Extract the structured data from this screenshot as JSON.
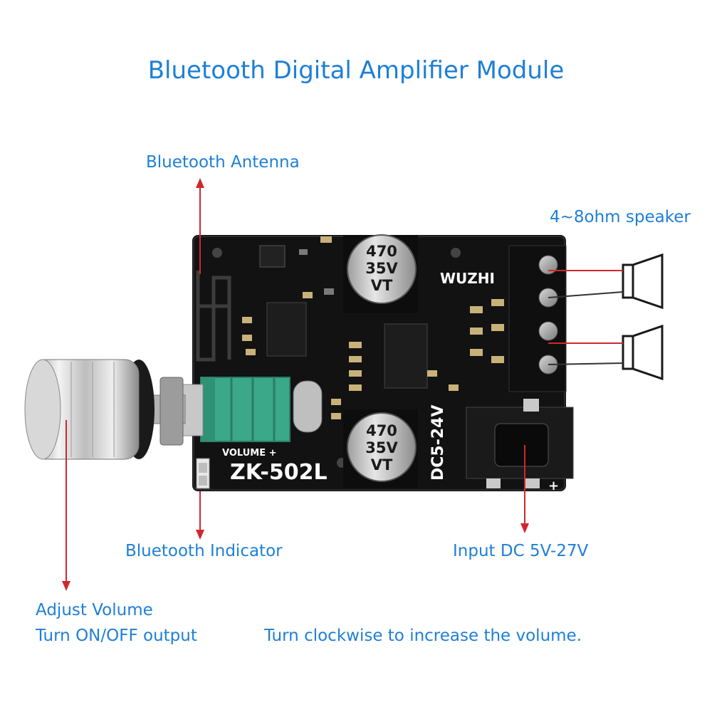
{
  "title": "Bluetooth Digital Amplifier Module",
  "annotations": {
    "antenna": "Bluetooth Antenna",
    "speaker": "4~8ohm speaker",
    "indicator": "Bluetooth Indicator",
    "input_dc": "Input DC 5V-27V",
    "adjust_volume": "Adjust Volume",
    "turn_on_off": "Turn ON/OFF output",
    "clockwise": "Turn clockwise to increase the volume."
  },
  "board": {
    "model": "ZK-502L",
    "volume_label": "VOLUME +",
    "voltage_label": "DC5-24V",
    "brand": "WUZHI",
    "capacitor_top": [
      "470",
      "35V",
      "VT"
    ],
    "capacitor_bottom": [
      "470",
      "35V",
      "VT"
    ],
    "plus_mark": "+"
  },
  "colors": {
    "annotation": "#1e7fd6",
    "arrow": "#d0282d",
    "pcb": "#111111",
    "potentiometer": "#3aa889",
    "capacitor": "#c9c9c9"
  }
}
